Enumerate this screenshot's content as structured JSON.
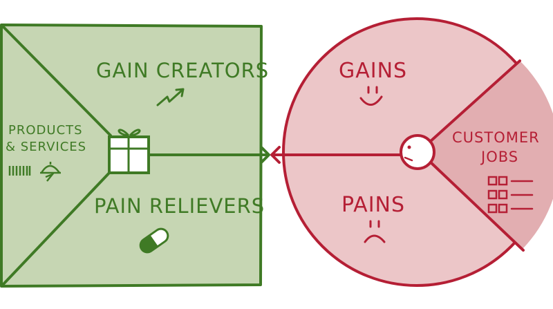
{
  "colors": {
    "square_fill": "#c6d6b3",
    "square_stroke": "#3f7a25",
    "circle_fill": "#ecc6c8",
    "circle_stroke": "#b51f35",
    "jobs_fill": "#e2aeb1"
  },
  "value_map": {
    "gain_creators_label": "GAIN CREATORS",
    "products_label_line1": "PRODUCTS",
    "products_label_line2": "& SERVICES",
    "pain_relievers_label": "PAIN RELIEVERS",
    "icons": [
      "gift-icon",
      "upward-arrow-icon",
      "barcode-icon",
      "service-bell-icon",
      "pill-icon"
    ]
  },
  "customer_profile": {
    "gains_label": "GAINS",
    "pains_label": "PAINS",
    "jobs_label_line1": "CUSTOMER",
    "jobs_label_line2": "JOBS",
    "icons": [
      "smile-face-icon",
      "frown-face-icon",
      "customer-head-icon",
      "checklist-icon"
    ]
  }
}
